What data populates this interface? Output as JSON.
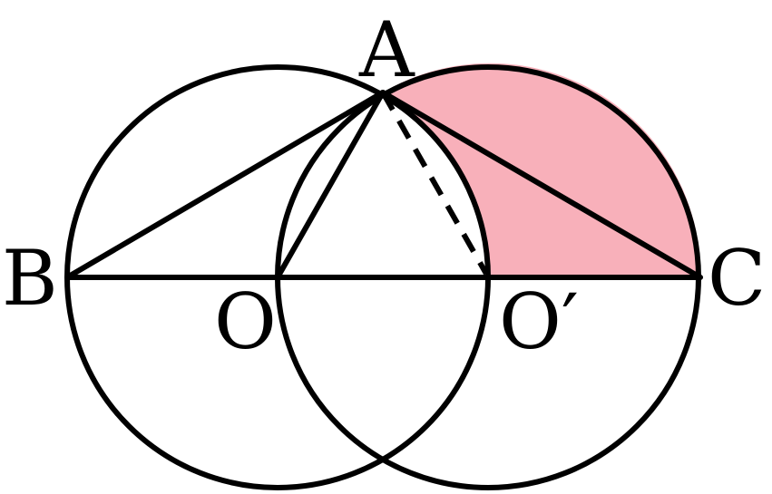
{
  "labels": {
    "A": "A",
    "B": "B",
    "O": "O",
    "O_prime": "O′",
    "C": "C"
  },
  "colors": {
    "stroke": "#000000",
    "shaded_region": "#f8b0ba",
    "background": "#ffffff"
  }
}
